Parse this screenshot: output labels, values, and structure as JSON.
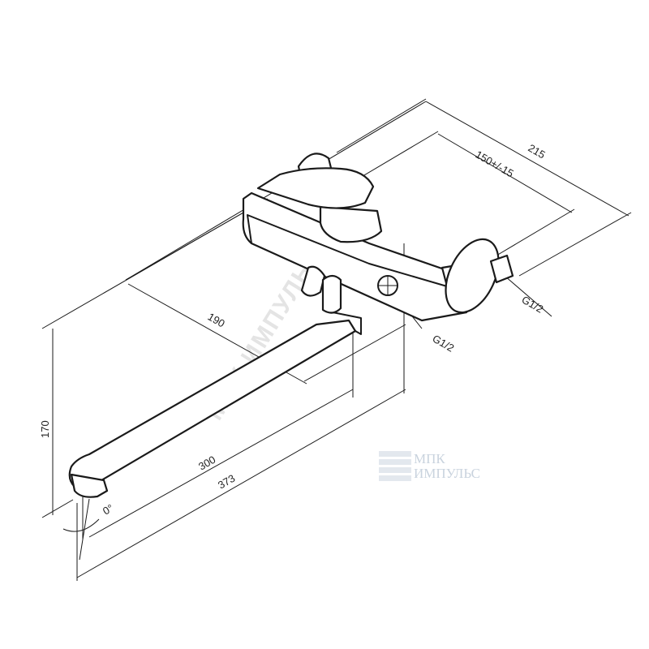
{
  "dimensions": {
    "overall_depth": "215",
    "wall_distance": "150+/-15",
    "body_offset": "190",
    "height": "170",
    "spout_reach": "300",
    "total_reach": "373",
    "angle": "0°",
    "thread_right": "G1/2",
    "thread_center": "G1/2"
  },
  "watermark": {
    "line1": "МПК",
    "line2": "ИМПУЛЬС",
    "diagonal": "МПК ИМПУЛЬС"
  }
}
